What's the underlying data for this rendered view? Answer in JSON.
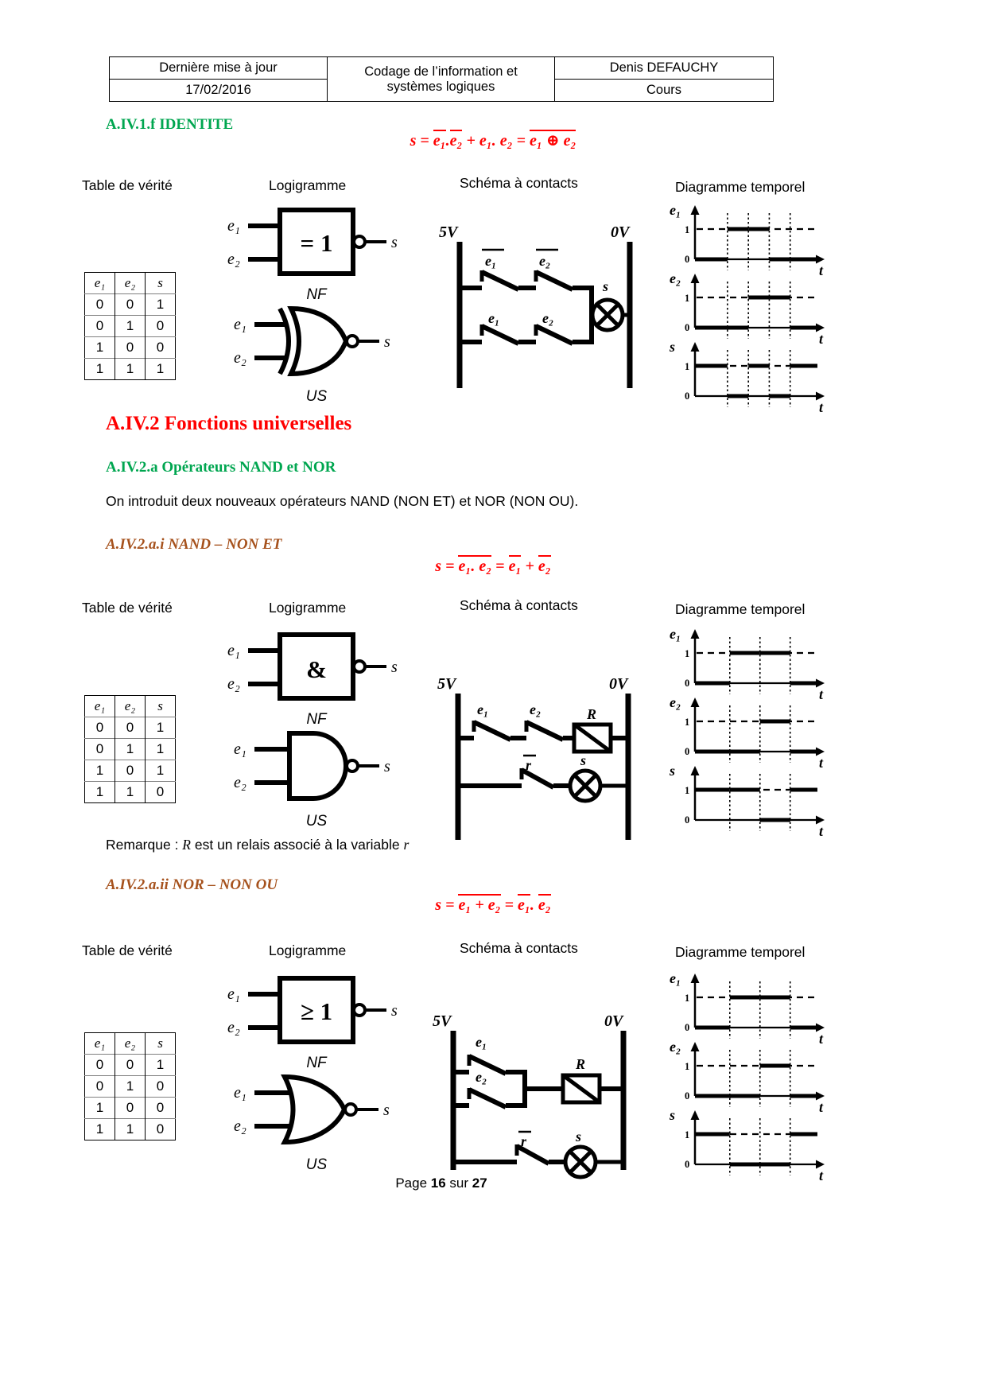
{
  "header": {
    "c1r1": "Dernière mise à jour",
    "c1r2": "17/02/2016",
    "c2l1": "Codage de l’information et",
    "c2l2": "systèmes logiques",
    "c3r1": "Denis DEFAUCHY",
    "c3r2": "Cours"
  },
  "universal": {
    "heading": "A.IV.2 Fonctions universelles",
    "sub": "A.IV.2.a Opérateurs NAND et NOR",
    "intro": "On introduit deux nouveaux opérateurs NAND (NON ET) et NOR (NON OU)."
  },
  "remark": [
    {
      "t": "Remarque : "
    },
    {
      "t": "R",
      "i": 1
    },
    {
      "t": " est un relais associé à la variable "
    },
    {
      "t": "r",
      "i": 1
    }
  ],
  "footer": [
    {
      "t": "Page "
    },
    {
      "t": "16",
      "b": 1
    },
    {
      "t": " sur "
    },
    {
      "t": "27",
      "b": 1
    }
  ],
  "sections": [
    {
      "heading": "A.IV.1.f IDENTITE",
      "formula": [
        {
          "t": "s = "
        },
        {
          "t": "e₁",
          "ov": 1
        },
        {
          "t": "."
        },
        {
          "t": "e₂",
          "ov": 1
        },
        {
          "t": " + e₁. e₂ = "
        },
        {
          "t": "e₁ ⊕ e₂",
          "ov": 1
        }
      ],
      "captions": {
        "truth": "Table de vérité",
        "logi": "Logigramme",
        "schema": "Schéma à contacts",
        "timing": "Diagramme temporel"
      },
      "truth_table": {
        "headers": [
          "e₁",
          "e₂",
          "s"
        ],
        "rows": [
          [
            "0",
            "0",
            "1"
          ],
          [
            "0",
            "1",
            "0"
          ],
          [
            "1",
            "0",
            "0"
          ],
          [
            "1",
            "1",
            "1"
          ]
        ]
      },
      "logigramme": {
        "in1": "e₁",
        "in2": "e₂",
        "out": "s",
        "nf_symbol": "= 1",
        "nf_label": "NF",
        "us_label": "US"
      },
      "schema": {
        "v5": "5V",
        "v0": "0V",
        "labels": {
          "top1": "e₁",
          "top2": "e₂",
          "bot1": "e₁",
          "bot2": "e₂",
          "lamp": "s"
        }
      },
      "timing": {
        "high": "1",
        "low": "0",
        "t": "t",
        "grid": [
          0.28,
          0.46,
          0.64,
          0.82
        ],
        "signals": [
          {
            "name": "e₁",
            "values": [
              0,
              1,
              1,
              0,
              0
            ]
          },
          {
            "name": "e₂",
            "values": [
              0,
              0,
              1,
              1,
              0
            ]
          },
          {
            "name": "s",
            "values": [
              1,
              0,
              1,
              0,
              1
            ]
          }
        ]
      }
    },
    {
      "heading": "A.IV.2.a.i NAND – NON ET",
      "formula": [
        {
          "t": "s = "
        },
        {
          "t": "e₁. e₂",
          "ov": 1
        },
        {
          "t": " = "
        },
        {
          "t": "e₁",
          "ov": 1
        },
        {
          "t": " + "
        },
        {
          "t": "e₂",
          "ov": 1
        }
      ],
      "captions": {
        "truth": "Table de vérité",
        "logi": "Logigramme",
        "schema": "Schéma à contacts",
        "timing": "Diagramme temporel"
      },
      "truth_table": {
        "headers": [
          "e₁",
          "e₂",
          "s"
        ],
        "rows": [
          [
            "0",
            "0",
            "1"
          ],
          [
            "0",
            "1",
            "1"
          ],
          [
            "1",
            "0",
            "1"
          ],
          [
            "1",
            "1",
            "0"
          ]
        ]
      },
      "logigramme": {
        "in1": "e₁",
        "in2": "e₂",
        "out": "s",
        "nf_symbol": "&",
        "nf_label": "NF",
        "us_label": "US"
      },
      "schema": {
        "v5": "5V",
        "v0": "0V",
        "labels": {
          "c1": "e₁",
          "c2": "e₂",
          "relay": "R",
          "rbar": "r",
          "lamp": "s"
        }
      },
      "timing": {
        "high": "1",
        "low": "0",
        "t": "t",
        "grid": [
          0.3,
          0.56,
          0.82
        ],
        "signals": [
          {
            "name": "e₁",
            "values": [
              0,
              1,
              1,
              0
            ]
          },
          {
            "name": "e₂",
            "values": [
              0,
              0,
              1,
              0
            ]
          },
          {
            "name": "s",
            "values": [
              1,
              1,
              0,
              1
            ]
          }
        ]
      }
    },
    {
      "heading": "A.IV.2.a.ii NOR – NON OU",
      "formula": [
        {
          "t": "s = "
        },
        {
          "t": "e₁ + e₂",
          "ov": 1
        },
        {
          "t": " = "
        },
        {
          "t": "e₁",
          "ov": 1
        },
        {
          "t": ". "
        },
        {
          "t": "e₂",
          "ov": 1
        }
      ],
      "captions": {
        "truth": "Table de vérité",
        "logi": "Logigramme",
        "schema": "Schéma à contacts",
        "timing": "Diagramme temporel"
      },
      "truth_table": {
        "headers": [
          "e₁",
          "e₂",
          "s"
        ],
        "rows": [
          [
            "0",
            "0",
            "1"
          ],
          [
            "0",
            "1",
            "0"
          ],
          [
            "1",
            "0",
            "0"
          ],
          [
            "1",
            "1",
            "0"
          ]
        ]
      },
      "logigramme": {
        "in1": "e₁",
        "in2": "e₂",
        "out": "s",
        "nf_symbol": "≥ 1",
        "nf_label": "NF",
        "us_label": "US"
      },
      "schema": {
        "v5": "5V",
        "v0": "0V",
        "labels": {
          "c1": "e₁",
          "c2": "e₂",
          "relay": "R",
          "rbar": "r",
          "lamp": "s"
        }
      },
      "timing": {
        "high": "1",
        "low": "0",
        "t": "t",
        "grid": [
          0.3,
          0.56,
          0.82
        ],
        "signals": [
          {
            "name": "e₁",
            "values": [
              0,
              1,
              1,
              0
            ]
          },
          {
            "name": "e₂",
            "values": [
              0,
              0,
              1,
              0
            ]
          },
          {
            "name": "s",
            "values": [
              1,
              0,
              0,
              1
            ]
          }
        ]
      }
    }
  ]
}
